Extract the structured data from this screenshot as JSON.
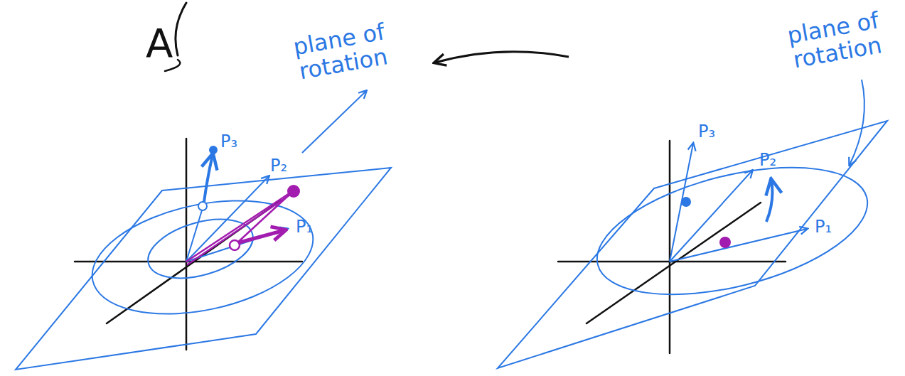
{
  "diagram": {
    "labels": [
      "A",
      "plane of rotation",
      "P₃",
      "P₂",
      "P₁",
      "plane of rotation",
      "P₃",
      "P₂",
      "P₁"
    ]
  }
}
